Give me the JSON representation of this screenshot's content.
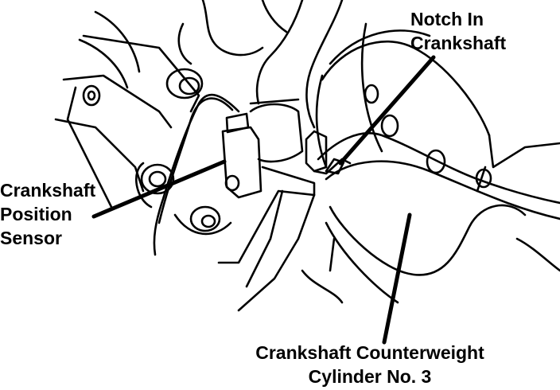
{
  "diagram": {
    "labels": {
      "notch": [
        "Notch In",
        "Crankshaft"
      ],
      "sensor": [
        "Crankshaft",
        "Position",
        "Sensor"
      ],
      "counterweight": [
        "Crankshaft Counterweight",
        "Cylinder No. 3"
      ]
    }
  }
}
